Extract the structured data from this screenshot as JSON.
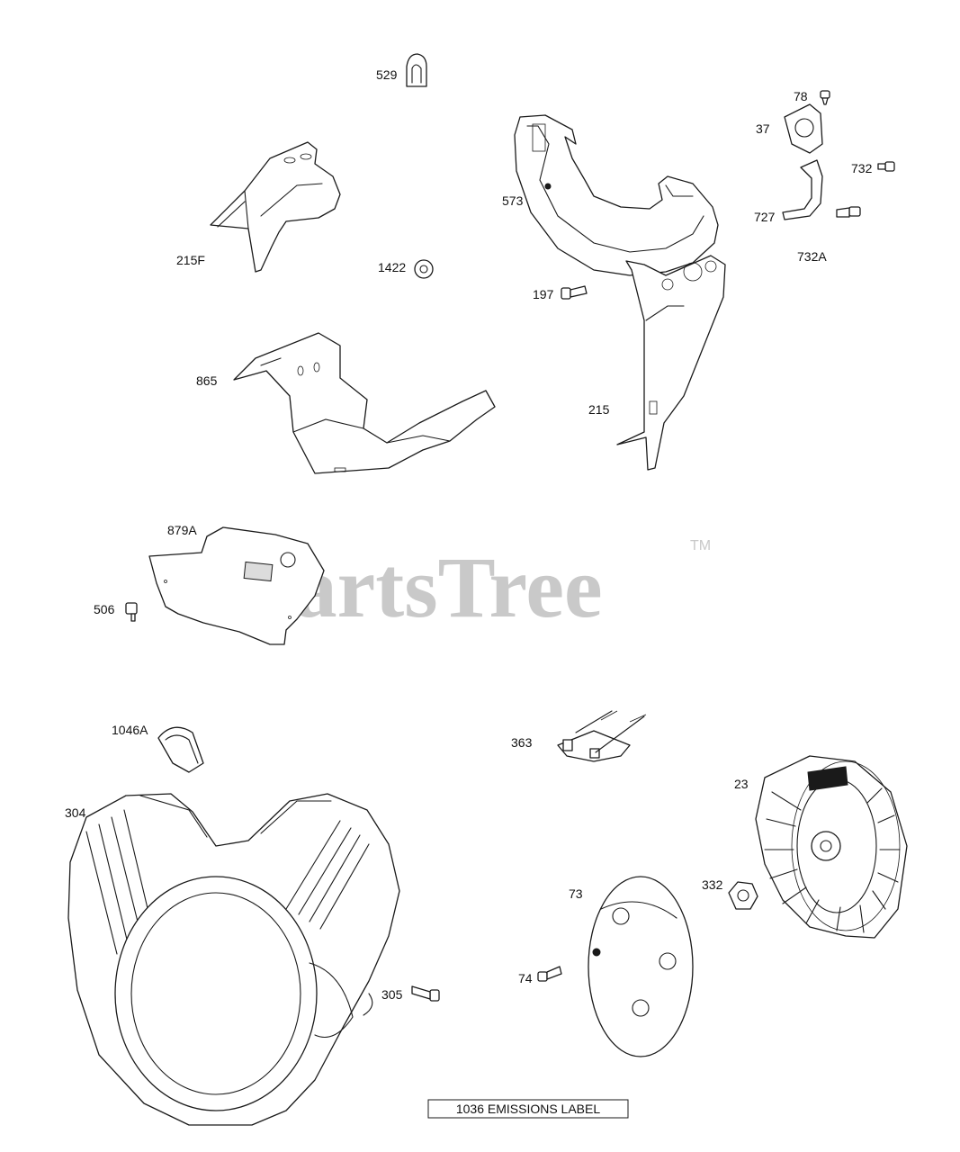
{
  "watermark": {
    "brand": "PartsTree",
    "trademark": "TM"
  },
  "emissions_label": "1036 EMISSIONS LABEL",
  "callouts": {
    "c529": "529",
    "c78": "78",
    "c37": "37",
    "c732": "732",
    "c573": "573",
    "c727": "727",
    "c215F": "215F",
    "c1422": "1422",
    "c732A": "732A",
    "c197": "197",
    "c865": "865",
    "c215": "215",
    "c879A": "879A",
    "c506": "506",
    "c1046A": "1046A",
    "c363": "363",
    "c23": "23",
    "c304": "304",
    "c332": "332",
    "c73": "73",
    "c74": "74",
    "c305": "305"
  }
}
